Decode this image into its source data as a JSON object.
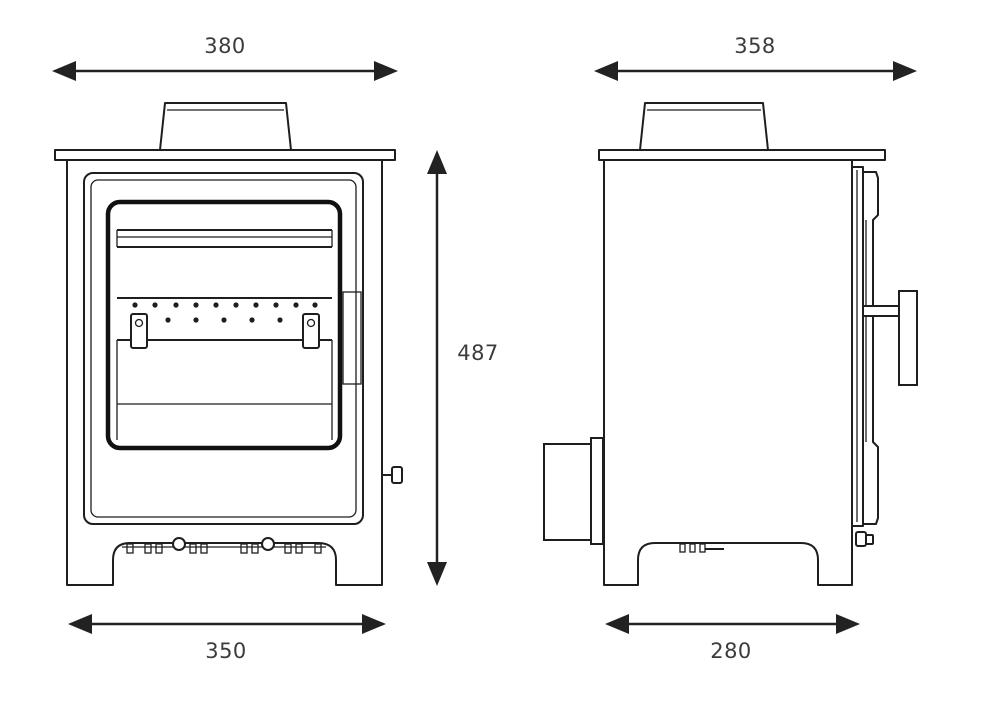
{
  "dimensions": {
    "front_width_top": "380",
    "side_depth_top": "358",
    "height": "487",
    "front_width_bottom": "350",
    "side_depth_bottom": "280"
  },
  "colors": {
    "line": "#1e1e1e",
    "text": "#3c3c3c",
    "background": "#ffffff"
  }
}
